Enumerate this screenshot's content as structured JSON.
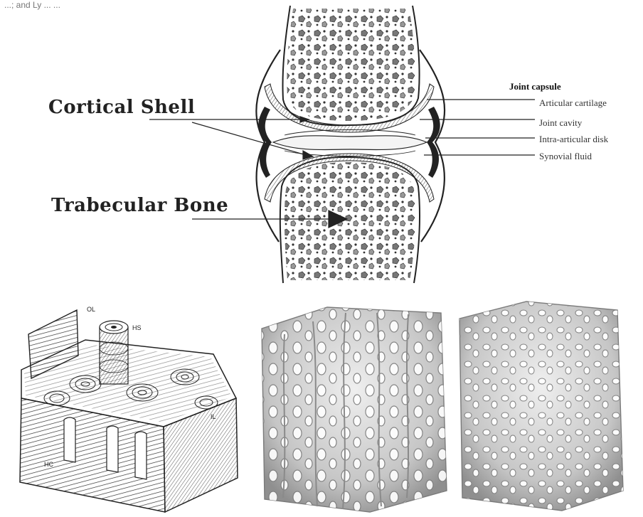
{
  "header_fragment": "...; and Ly ... ...",
  "joint_labels": {
    "cortical_shell": "Cortical Shell",
    "trabecular_bone": "Trabecular Bone",
    "joint_capsule": "Joint capsule",
    "articular_cartilage": "Articular cartilage",
    "joint_cavity": "Joint cavity",
    "intra_articular_disk": "Intra-articular disk",
    "synovial_fluid": "Synovial fluid"
  },
  "cortical_block_labels": {
    "ol": "OL",
    "hs": "HS",
    "il": "IL",
    "hc": "HC"
  },
  "colors": {
    "line": "#222222",
    "bone_render": "#d9d9d9",
    "render_shadow": "#8f8f8f"
  }
}
